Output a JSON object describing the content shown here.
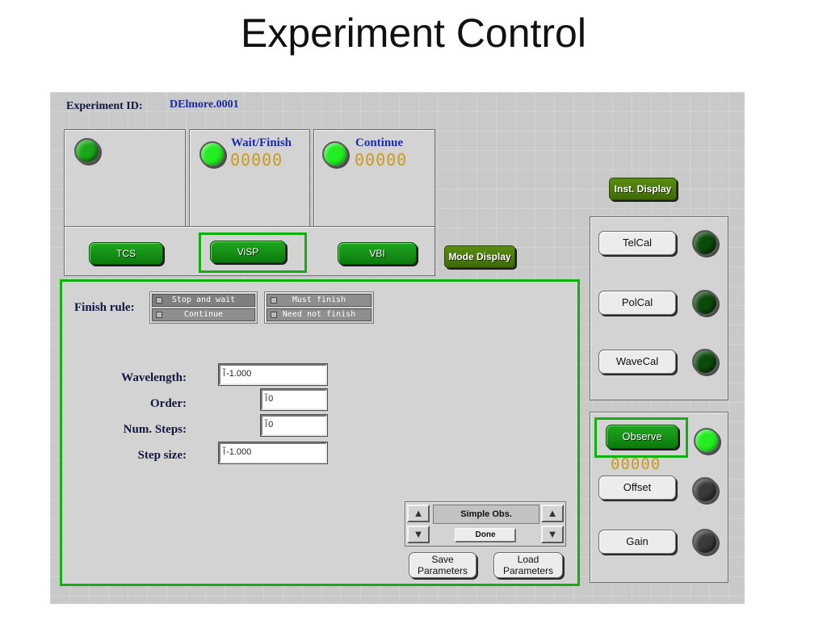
{
  "slide": {
    "title": "Experiment Control"
  },
  "experiment": {
    "id_label": "Experiment ID:",
    "id_value": "DElmore.0001"
  },
  "status_boxes": [
    {
      "heading": "",
      "counter": ""
    },
    {
      "heading": "Wait/Finish",
      "counter": "00000"
    },
    {
      "heading": "Continue",
      "counter": "00000"
    }
  ],
  "instruments": {
    "tcs": "TCS",
    "visp": "ViSP",
    "vbi": "VBI"
  },
  "buttons": {
    "mode_display": "Mode Display",
    "inst_display": "Inst. Display",
    "save_parameters": [
      "Save",
      "Parameters"
    ],
    "load_parameters": [
      "Load",
      "Parameters"
    ]
  },
  "finish_rule": {
    "label": "Finish rule:",
    "group1": [
      "Stop and wait",
      "Continue"
    ],
    "group2": [
      "Must finish",
      "Need not finish"
    ]
  },
  "fields": {
    "wavelength": {
      "label": "Wavelength:",
      "value": "-1.000"
    },
    "order": {
      "label": "Order:",
      "value": "0"
    },
    "num_steps": {
      "label": "Num. Steps:",
      "value": "0"
    },
    "step_size": {
      "label": "Step size:",
      "value": "-1.000"
    }
  },
  "sequence": {
    "selected": "Simple Obs.",
    "status": "Done"
  },
  "calibrations": [
    {
      "label": "TelCal",
      "led": "dark"
    },
    {
      "label": "PolCal",
      "led": "dark"
    },
    {
      "label": "WaveCal",
      "led": "dark"
    }
  ],
  "observing": {
    "observe": "Observe",
    "observe_counter": "00000",
    "offset": "Offset",
    "gain": "Gain"
  },
  "colors": {
    "panel_bg": "#c9c9c9",
    "led_on": "#22ee22",
    "highlight_green": "#10b010",
    "label_blue": "#1d2ca8"
  }
}
